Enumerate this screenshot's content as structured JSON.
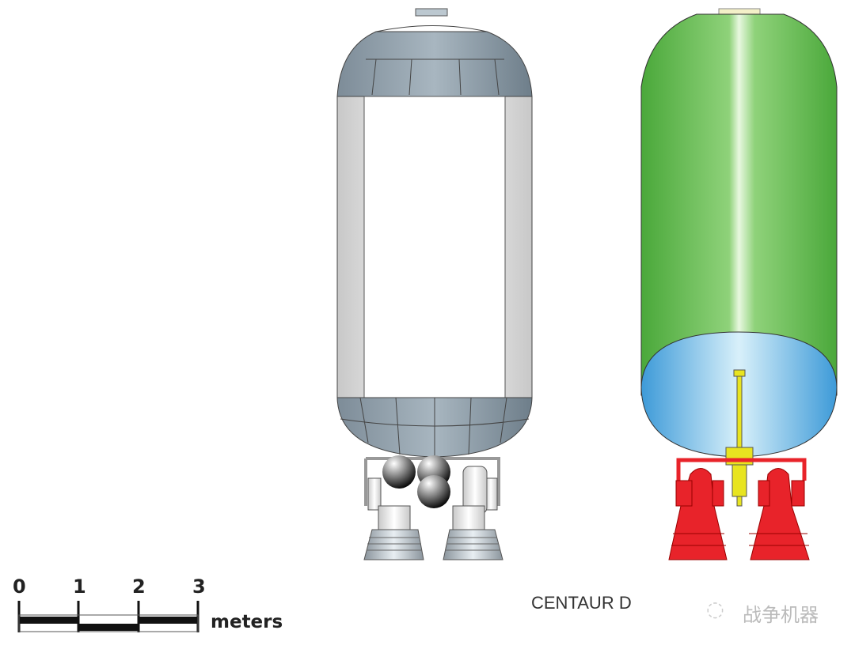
{
  "scale": {
    "ticks": [
      "0",
      "1",
      "2",
      "3"
    ],
    "unit": "meters"
  },
  "title": "CENTAUR D",
  "watermark": "战争机器",
  "colors": {
    "tank_gray": "#8a9aa6",
    "body_green": "#5ab848",
    "bulkhead_blue": "#4aa6dc",
    "engine_red": "#e8232a",
    "probe_yellow": "#e8e420"
  }
}
